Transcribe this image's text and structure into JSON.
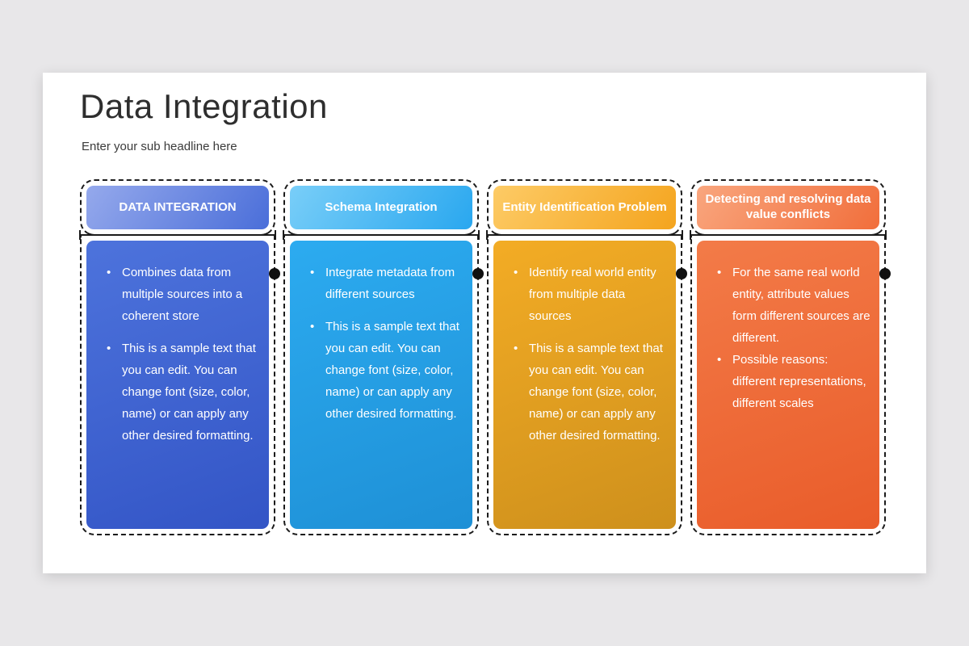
{
  "slide": {
    "title": "Data Integration",
    "subtitle": "Enter your sub headline here",
    "colors": {
      "canvas_bg": "#e8e7e9",
      "slide_bg": "#ffffff",
      "outline": "#1b1b1b",
      "title_text": "#2e2e2e",
      "card_text": "#ffffff"
    },
    "columns": [
      {
        "header": "DATA INTEGRATION",
        "bullets": [
          "Combines data from multiple sources into a coherent store",
          "This is a sample text that you can edit. You can change font (size, color, name) or can apply any other desired formatting."
        ],
        "colors": {
          "header_gradient": [
            "#95a9ec",
            "#4a6ed9"
          ],
          "body_gradient": [
            "#4d73dc",
            "#3355c6"
          ]
        }
      },
      {
        "header": "Schema Integration",
        "bullets": [
          "Integrate metadata from different sources",
          "This is a sample text that you can edit. You can change font (size, color, name) or can apply any other desired formatting."
        ],
        "colors": {
          "header_gradient": [
            "#79cef8",
            "#29a7ef"
          ],
          "body_gradient": [
            "#2cabf0",
            "#1e90d6"
          ]
        }
      },
      {
        "header": "Entity Identification Problem",
        "bullets": [
          "Identify real world entity from multiple data sources",
          "This is a sample text that you can edit. You can change font (size, color, name) or can apply any other desired formatting."
        ],
        "colors": {
          "header_gradient": [
            "#fdcb66",
            "#f4a41e"
          ],
          "body_gradient": [
            "#f3ac25",
            "#ce901c"
          ]
        }
      },
      {
        "header": "Detecting and resolving data value conflicts",
        "bullets": [
          "For the same real world entity, attribute values form different sources are different.",
          "Possible reasons: different representations, different scales"
        ],
        "colors": {
          "header_gradient": [
            "#f9a67e",
            "#f16e3b"
          ],
          "body_gradient": [
            "#f37b48",
            "#e95c2a"
          ]
        }
      }
    ]
  }
}
